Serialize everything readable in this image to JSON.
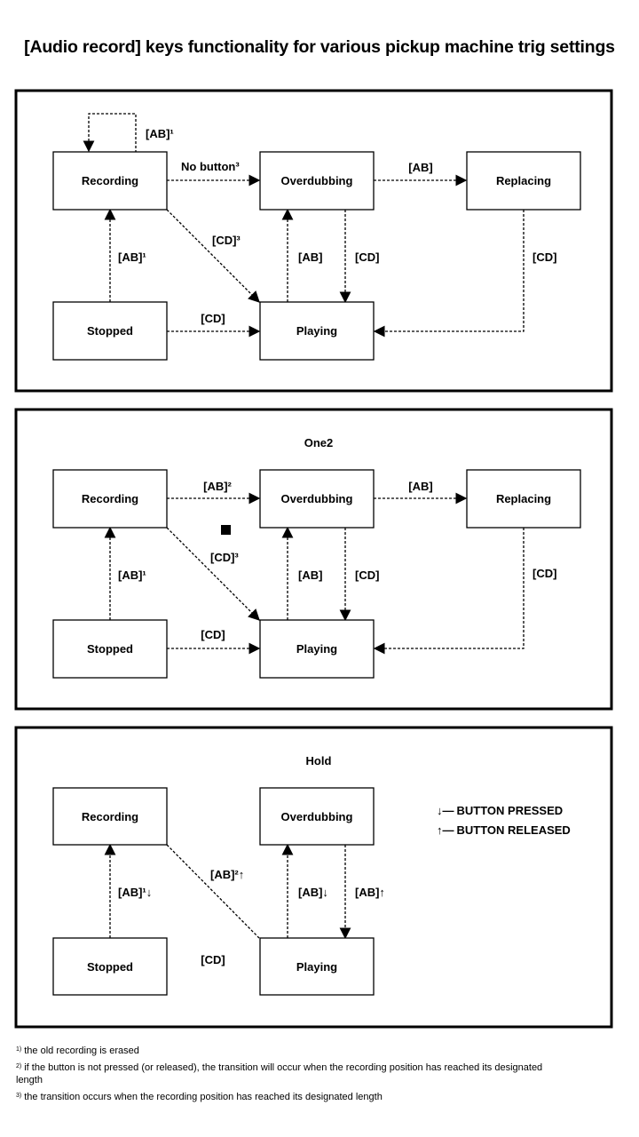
{
  "title": "[Audio record] keys functionality for various pickup machine trig settings",
  "colors": {
    "ink": "#000000",
    "background": "#ffffff"
  },
  "panels": [
    {
      "id": "panel1",
      "heading": "",
      "states": {
        "recording": "Recording",
        "overdubbing": "Overdubbing",
        "replacing": "Replacing",
        "stopped": "Stopped",
        "playing": "Playing"
      },
      "labels": {
        "rec_self": "[AB]¹",
        "rec_ovd": "No button³",
        "ovd_rep": "[AB]",
        "rec_play": "[CD]³",
        "stop_rec": "[AB]¹",
        "play_ovd": "[AB]",
        "ovd_play": "[CD]",
        "rep_play": "[CD]",
        "stop_play": "[CD]"
      }
    },
    {
      "id": "panel2",
      "heading": "One2",
      "states": {
        "recording": "Recording",
        "overdubbing": "Overdubbing",
        "replacing": "Replacing",
        "stopped": "Stopped",
        "playing": "Playing"
      },
      "labels": {
        "rec_ovd": "[AB]²",
        "ovd_rep": "[AB]",
        "rec_play": "[CD]³",
        "stop_rec": "[AB]¹",
        "play_ovd": "[AB]",
        "ovd_play": "[CD]",
        "rep_play": "[CD]",
        "stop_play": "[CD]"
      }
    },
    {
      "id": "panel3",
      "heading": "Hold",
      "states": {
        "recording": "Recording",
        "overdubbing": "Overdubbing",
        "stopped": "Stopped",
        "playing": "Playing"
      },
      "labels": {
        "rec_play": "[AB]²↑",
        "stop_rec": "[AB]¹↓",
        "play_ovd": "[AB]↓",
        "ovd_play": "[AB]↑",
        "stop_play": "[CD]"
      },
      "legend": [
        {
          "symbol": "↓—",
          "text": "BUTTON PRESSED"
        },
        {
          "symbol": "↑—",
          "text": "BUTTON RELEASED"
        }
      ]
    }
  ],
  "footnotes": [
    {
      "marker": "1)",
      "text": "the old recording is erased"
    },
    {
      "marker": "2)",
      "text": "if the button is not pressed (or released), the transition will occur when the recording position has reached its designated length"
    },
    {
      "marker": "3)",
      "text": "the transition occurs when the recording position has reached its designated length"
    }
  ]
}
